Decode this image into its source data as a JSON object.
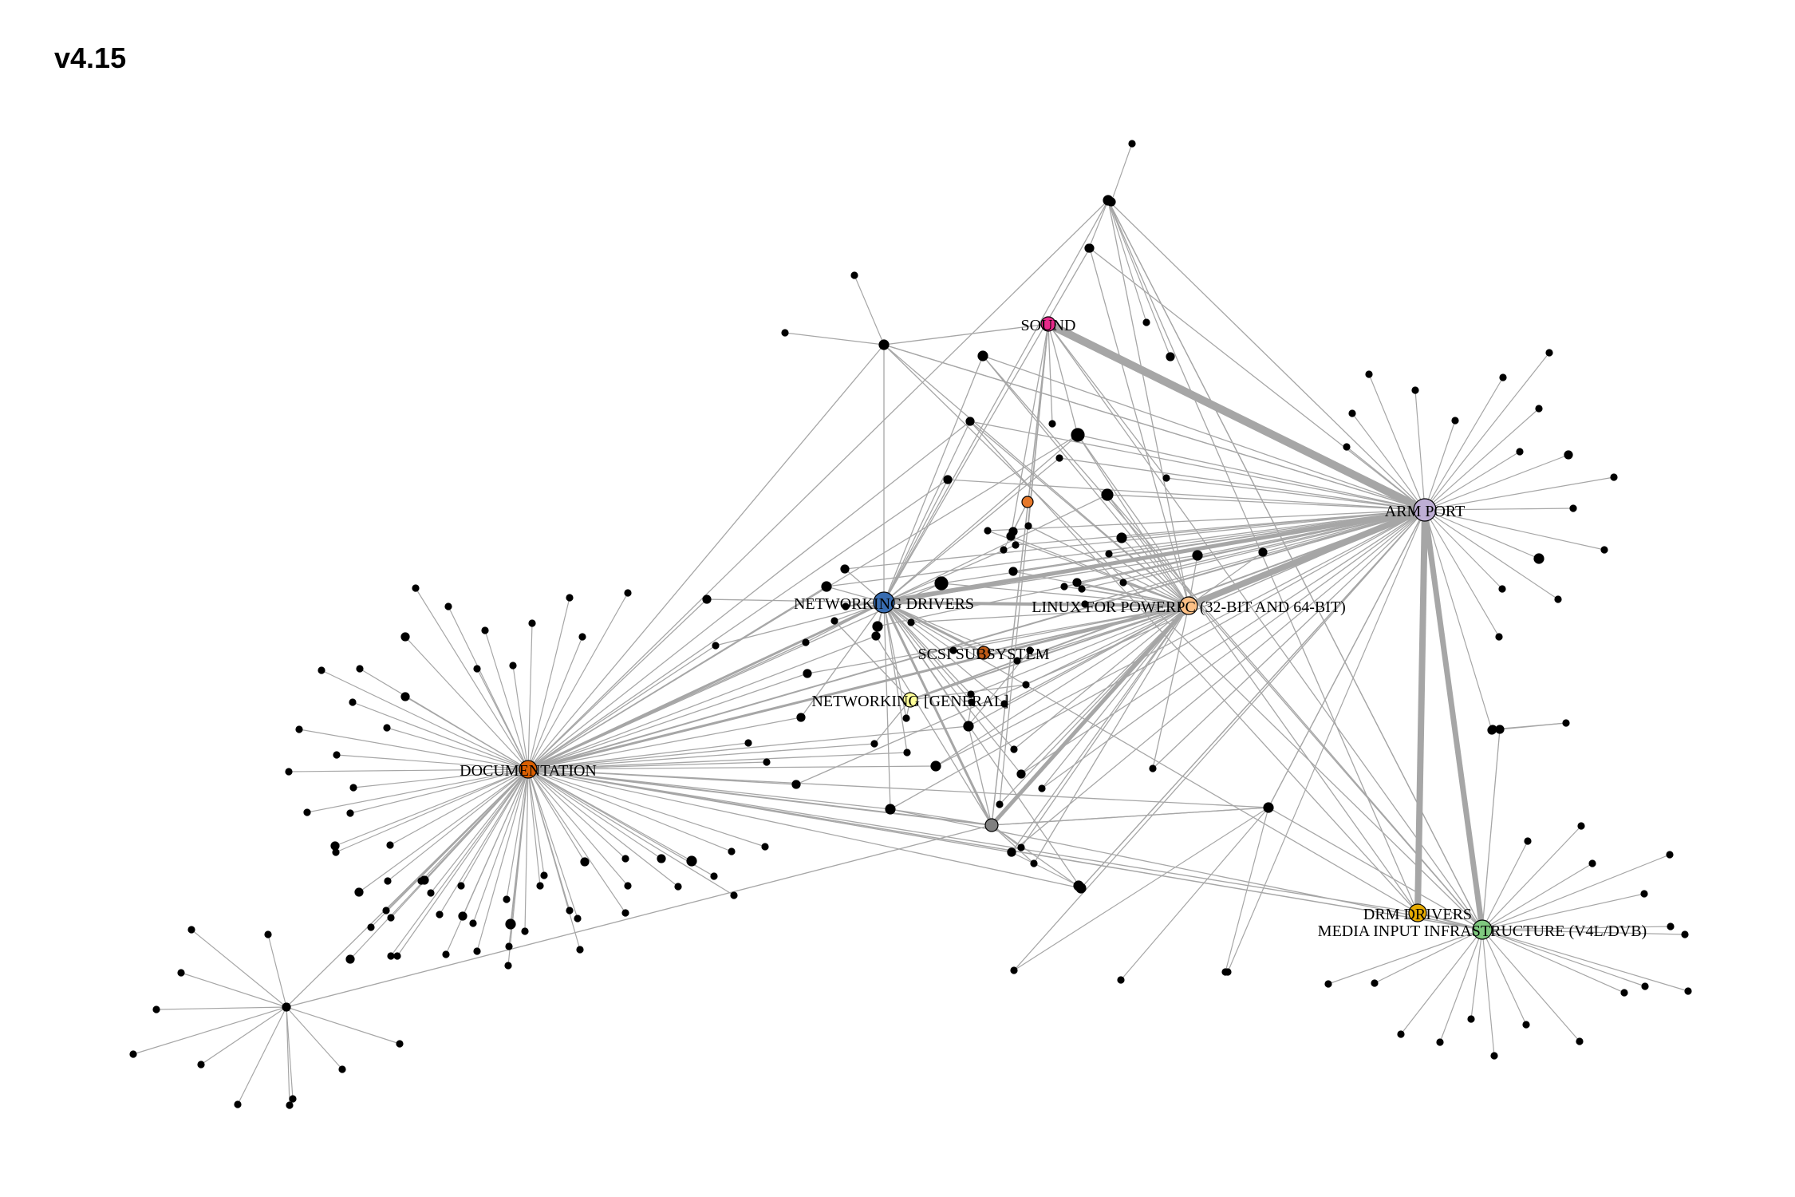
{
  "title": "v4.15",
  "hubs": [
    {
      "id": "sound",
      "label": "SOUND",
      "color": "#e7298a"
    },
    {
      "id": "arm",
      "label": "ARM PORT",
      "color": "#beaed4"
    },
    {
      "id": "netdrv",
      "label": "NETWORKING DRIVERS",
      "color": "#386cb0"
    },
    {
      "id": "ppc",
      "label": "LINUX FOR POWERPC (32-BIT AND 64-BIT)",
      "color": "#fdc086"
    },
    {
      "id": "scsi",
      "label": "SCSI SUBSYSTEM",
      "color": "#bf5b17"
    },
    {
      "id": "netgen",
      "label": "NETWORKING [GENERAL]",
      "color": "#ffff99"
    },
    {
      "id": "doc",
      "label": "DOCUMENTATION",
      "color": "#d95f02"
    },
    {
      "id": "drm",
      "label": "DRM DRIVERS",
      "color": "#e6ab02"
    },
    {
      "id": "media",
      "label": "MEDIA INPUT INFRASTRUCTURE (V4L/DVB)",
      "color": "#7fc97f"
    }
  ],
  "minor_hubs": [
    {
      "id": "h_orange",
      "color": "#e6782a"
    },
    {
      "id": "h_gray",
      "color": "#808080"
    }
  ],
  "edge_color": "#a6a6a6",
  "node_color": "#000000"
}
